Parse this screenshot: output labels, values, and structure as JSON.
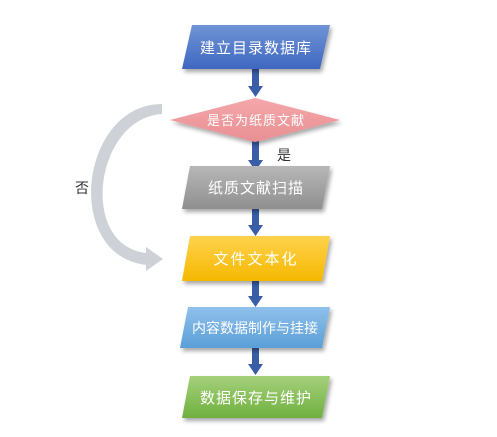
{
  "flowchart": {
    "steps": [
      {
        "label": "建立目录数据库",
        "color_top": "#6f93d6",
        "color_bottom": "#3f67c0"
      },
      {
        "label": "是否为纸质文献",
        "color_top": "#f4a7aa",
        "color_bottom": "#e98f93"
      },
      {
        "label": "纸质文献扫描",
        "color_top": "#b7b7b7",
        "color_bottom": "#8f8f8f"
      },
      {
        "label": "文件文本化",
        "color_top": "#ffd24d",
        "color_bottom": "#f5b800"
      },
      {
        "label": "内容数据制作与挂接",
        "color_top": "#8fc0ea",
        "color_bottom": "#5a9fd8"
      },
      {
        "label": "数据保存与维护",
        "color_top": "#a5d07b",
        "color_bottom": "#6fb03f"
      }
    ],
    "yes_label": "是",
    "no_label": "否",
    "connector_color": "#3a5da8",
    "loop_color": "#c9cdd3"
  }
}
